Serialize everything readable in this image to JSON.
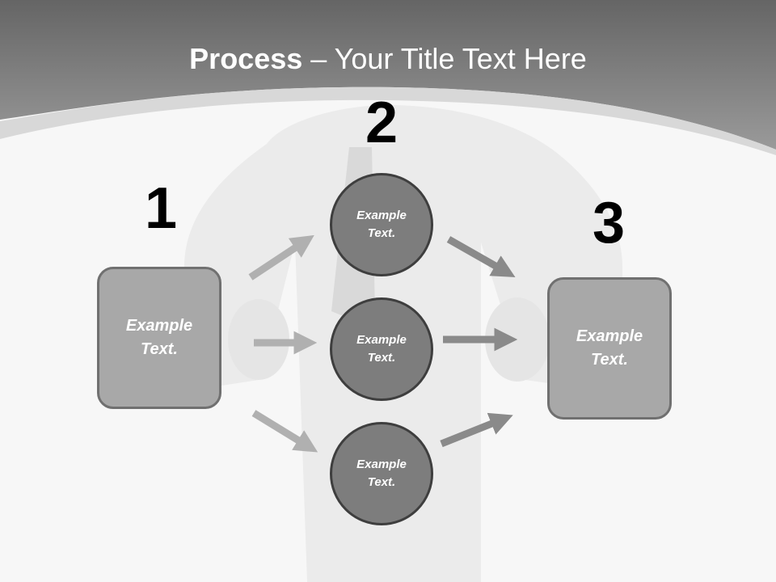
{
  "title": {
    "bold": "Process",
    "rest": " – Your Title Text Here"
  },
  "steps": [
    {
      "number": "1",
      "label": "Example Text."
    },
    {
      "number": "2",
      "circles": [
        "Example Text.",
        "Example Text.",
        "Example Text."
      ]
    },
    {
      "number": "3",
      "label": "Example Text."
    }
  ],
  "colors": {
    "header": "#7a7a7a",
    "box_fill": "#a8a8a8",
    "circle_fill": "#7d7d7d",
    "arrow": "#8a8a8a"
  }
}
